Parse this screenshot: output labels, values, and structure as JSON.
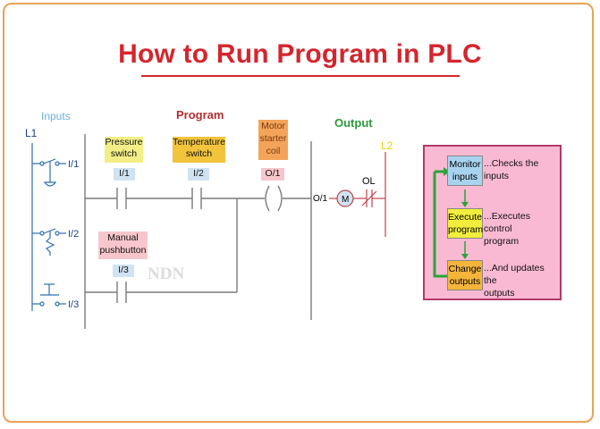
{
  "title": "How to Run Program in PLC",
  "colors": {
    "title": "#d4262e",
    "inputs_heading": "#6fb0d8",
    "program_heading": "#b03030",
    "output_heading": "#2e9a3a",
    "l2_label": "#e6d200",
    "flow_box_bg": "#f9b9d2",
    "flow_box_border": "#b23a6a",
    "monitor_bg": "#a7d3ef",
    "execute_bg": "#f2ee3b",
    "change_bg": "#f4b53a",
    "flow_arrow": "#2aa33a",
    "pressure_bg": "#f3ee86",
    "temperature_bg": "#f2c43c",
    "motor_bg": "#f3a45a",
    "manual_bg": "#f7c6cc",
    "address_bg": "#cfe3f2"
  },
  "headings": {
    "inputs": "Inputs",
    "program": "Program",
    "output": "Output",
    "l1": "L1",
    "l2": "L2"
  },
  "inputs": [
    "I/1",
    "I/2",
    "I/3"
  ],
  "program": {
    "pressure": "Pressure\nswitch",
    "temperature": "Temperature\nswitch",
    "motor": "Motor\nstarter\ncoil",
    "manual": "Manual\npushbutton",
    "addr_i1": "I/1",
    "addr_i2": "I/2",
    "addr_o1": "O/1",
    "addr_i3": "I/3"
  },
  "output": {
    "address": "O/1",
    "motor": "M",
    "overload": "OL"
  },
  "watermark": "NDN",
  "flow": {
    "steps": [
      {
        "label": "Monitor\ninputs",
        "desc": "...Checks the\ninputs"
      },
      {
        "label": "Execute\nprogram",
        "desc": "...Executes control\nprogram"
      },
      {
        "label": "Change\noutputs",
        "desc": "...And updates the\noutputs"
      }
    ]
  }
}
